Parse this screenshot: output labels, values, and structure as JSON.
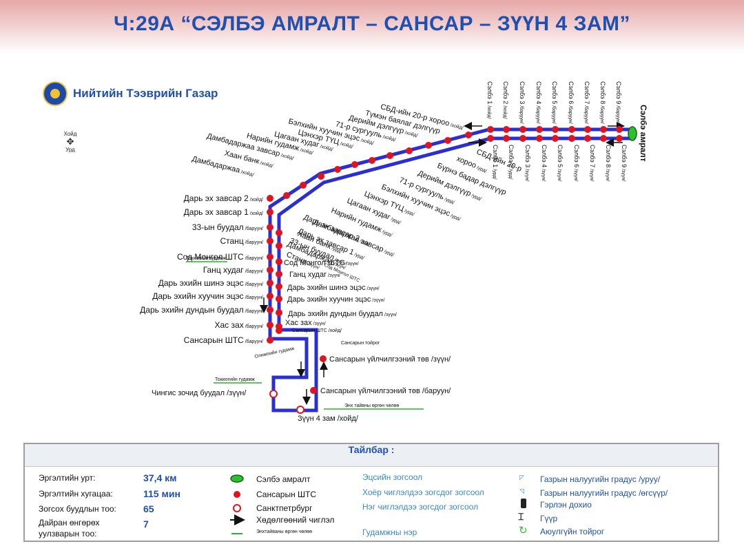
{
  "title": "Ч:29А “СЭЛБЭ АМРАЛТ – САНСАР – ЗҮҮН 4 ЗАМ”",
  "org_name": "Нийтийн Тээврийн Газар",
  "compass": {
    "north": "Хойд",
    "south": "Урд"
  },
  "terminal_label": "Сэлбэ амралт",
  "east_stops_top": [
    {
      "name": "Сэлбэ 1",
      "dir": "/хойд/"
    },
    {
      "name": "Сэлбэ 2",
      "dir": "/хойд/"
    },
    {
      "name": "Сэлбэ 3",
      "dir": "/баруун/"
    },
    {
      "name": "Сэлбэ 4",
      "dir": "/баруун/"
    },
    {
      "name": "Сэлбэ 5",
      "dir": "/баруун/"
    },
    {
      "name": "Сэлбэ 6",
      "dir": "/баруун/"
    },
    {
      "name": "Сэлбэ 7",
      "dir": "/баруун/"
    },
    {
      "name": "Сэлбэ 8",
      "dir": "/баруун/"
    },
    {
      "name": "Сэлбэ 9",
      "dir": "/баруун/"
    }
  ],
  "east_stops_bottom": [
    {
      "name": "Сэлбэ 1",
      "dir": "/урд/"
    },
    {
      "name": "Сэлбэ 2",
      "dir": "/урд/"
    },
    {
      "name": "Сэлбэ 3",
      "dir": "/зүүн/"
    },
    {
      "name": "Сэлбэ 4",
      "dir": "/зүүн/"
    },
    {
      "name": "Сэлбэ 5",
      "dir": "/зүүн/"
    },
    {
      "name": "Сэлбэ 6",
      "dir": "/зүүн/"
    },
    {
      "name": "Сэлбэ 7",
      "dir": "/зүүн/"
    },
    {
      "name": "Сэлбэ 8",
      "dir": "/зүүн/"
    },
    {
      "name": "Сэлбэ 9",
      "dir": "/зүүн/"
    }
  ],
  "diag_stops_outer": [
    {
      "name": "СБД-ийн 20-р хороо",
      "dir": "/хойд/"
    },
    {
      "name": "Түмэн баялаг дэлгүүр",
      "dir": ""
    },
    {
      "name": "Дерийм дэлгүүр",
      "dir": "/хойд/"
    },
    {
      "name": "71-р сургууль",
      "dir": "/хойд/"
    },
    {
      "name": "Бэлхийн хуучин эцэс",
      "dir": "/хойд/"
    },
    {
      "name": "Цэнхэр ТҮЦ",
      "dir": "/хойд/"
    },
    {
      "name": "Цагаан худаг",
      "dir": "/хойд/"
    },
    {
      "name": "Нарийн гудамж",
      "dir": "/хойд/"
    },
    {
      "name": "Дамбадаржаа завсар",
      "dir": "/хойд/"
    },
    {
      "name": "Хаан банк",
      "dir": "/хойд/"
    },
    {
      "name": "Дамбадаржаа",
      "dir": "/хойд/"
    }
  ],
  "diag_stops_inner": [
    {
      "name": "СБД-ийн 20-р",
      "dir": ""
    },
    {
      "name": "хороо",
      "dir": "/урд/"
    },
    {
      "name": "Бүрнэ бадар дэлгүүр",
      "dir": ""
    },
    {
      "name": "Дерийм дэлгүүр",
      "dir": "/урд/"
    },
    {
      "name": "71-р сургууль",
      "dir": "/урд/"
    },
    {
      "name": "Бэлхийн хуучин эцэс",
      "dir": "/урд/"
    },
    {
      "name": "Цэнхэр ТҮЦ",
      "dir": "/урд/"
    },
    {
      "name": "Цагаан худаг",
      "dir": "/урд/"
    },
    {
      "name": "Нарийн гудамж",
      "dir": "/урд/"
    },
    {
      "name": "Дамбадаржаа завсар",
      "dir": "/урд/"
    },
    {
      "name": "Хаан банк",
      "dir": "/урд/"
    },
    {
      "name": "Дамбадаржаа",
      "dir": "/зүүн/"
    }
  ],
  "west_stops": [
    {
      "name": "Дарь эх завсар 2",
      "dir": "/хойд/"
    },
    {
      "name": "Дарь эх завсар 1",
      "dir": "/хойд/"
    },
    {
      "name": "33-ын буудал",
      "dir": "/баруун/"
    },
    {
      "name": "Станц",
      "dir": "/баруун/"
    },
    {
      "name": "Сод Монгол ШТС",
      "dir": "/баруун/"
    },
    {
      "name": "Ганц худаг",
      "dir": "/баруун/"
    },
    {
      "name": "Дарь эхийн шинэ эцэс",
      "dir": "/баруун/"
    },
    {
      "name": "Дарь эхийн хуучин эцэс",
      "dir": "/баруун/"
    },
    {
      "name": "Дарь эхийн дундын буудал",
      "dir": "/баруун/"
    },
    {
      "name": "Хас зах",
      "dir": "/баруун/"
    },
    {
      "name": "Сансарын ШТС",
      "dir": "/баруун/"
    }
  ],
  "inner_stops": [
    {
      "name": "Дарь эх завсар 2",
      "dir": "/урд/"
    },
    {
      "name": "Дарь эх завсар 1",
      "dir": "/урд/"
    },
    {
      "name": "33-ын буудал",
      "dir": "/зүүн/"
    },
    {
      "name": "Станц",
      "dir": "/зүүн/"
    },
    {
      "name": "Сод Монгол ШТС",
      "dir": "/зүүн/"
    },
    {
      "name": "Ганц худаг",
      "dir": "/зүүн/"
    },
    {
      "name": "Дарь эхийн шинэ эцэс",
      "dir": "/зүүн/"
    },
    {
      "name": "Дарь эхийн хуучин эцэс",
      "dir": "/зүүн/"
    },
    {
      "name": "Дарь эхийн дундын буудал",
      "dir": "/зүүн/"
    },
    {
      "name": "Хас зах",
      "dir": "/зүүн/"
    },
    {
      "name": "Сансарын ШТС",
      "dir": "/хойд/"
    }
  ],
  "loop_stops": {
    "sansar_center_east": "Сансарын үйлчилгээний төв /зүүн/",
    "sansar_center_west": "Сансарын үйлчилгээний төв /баруун/",
    "chinggis": "Чингис зочид буудал /зүүн/",
    "zuun4zam": "Зүүн 4 зам /хойд/"
  },
  "street_names": {
    "tokyo1": "Токиогийн гудамж",
    "tokyo2": "Токиогийн гудамж",
    "circle": "Сансарын тойрог",
    "peace": "Энх тайвны өргөн чөлөө",
    "olympic": "Олимпийн гудамж",
    "sod": "Сод Монгол ШТС"
  },
  "legend": {
    "heading": "Тайлбар :",
    "stats": [
      {
        "label": "Эргэлтийн урт:",
        "value": "37,4 км"
      },
      {
        "label": "Эргэлтийн хугацаа:",
        "value": "115 мин"
      },
      {
        "label": "Зогсох буудлын тоо:",
        "value": "65"
      },
      {
        "label": "Дайран өнгөрөх",
        "label2": "уулзварын тоо:",
        "value": "7"
      }
    ],
    "symbols": [
      "Сэлбэ амралт",
      "Сансарын ШТС",
      "Санктпетрбург",
      "Хөдөлгөөний чиглэл",
      "Энхтайваны өргөн чөлөө"
    ],
    "stop_types": [
      "Эцсийн зогсоол",
      "Хоёр чиглэлдээ зогсдог зогсоол",
      "Нэг чиглэлдээ зогсдог зогсоол"
    ],
    "street_name_label": "Гудамжны нэр",
    "extras": [
      "Газрын налуугийн градус /уруу/",
      "Газрын налуугийн градус /өгсүүр/",
      "Гэрлэн дохио",
      "Гүүр",
      "Аюулгүйн тойрог"
    ]
  },
  "colors": {
    "route": "#2a2fd1",
    "stop": "#e0141e",
    "terminal": "#2fbf2f",
    "title": "#1f4fb0",
    "street": "#22b82a"
  }
}
